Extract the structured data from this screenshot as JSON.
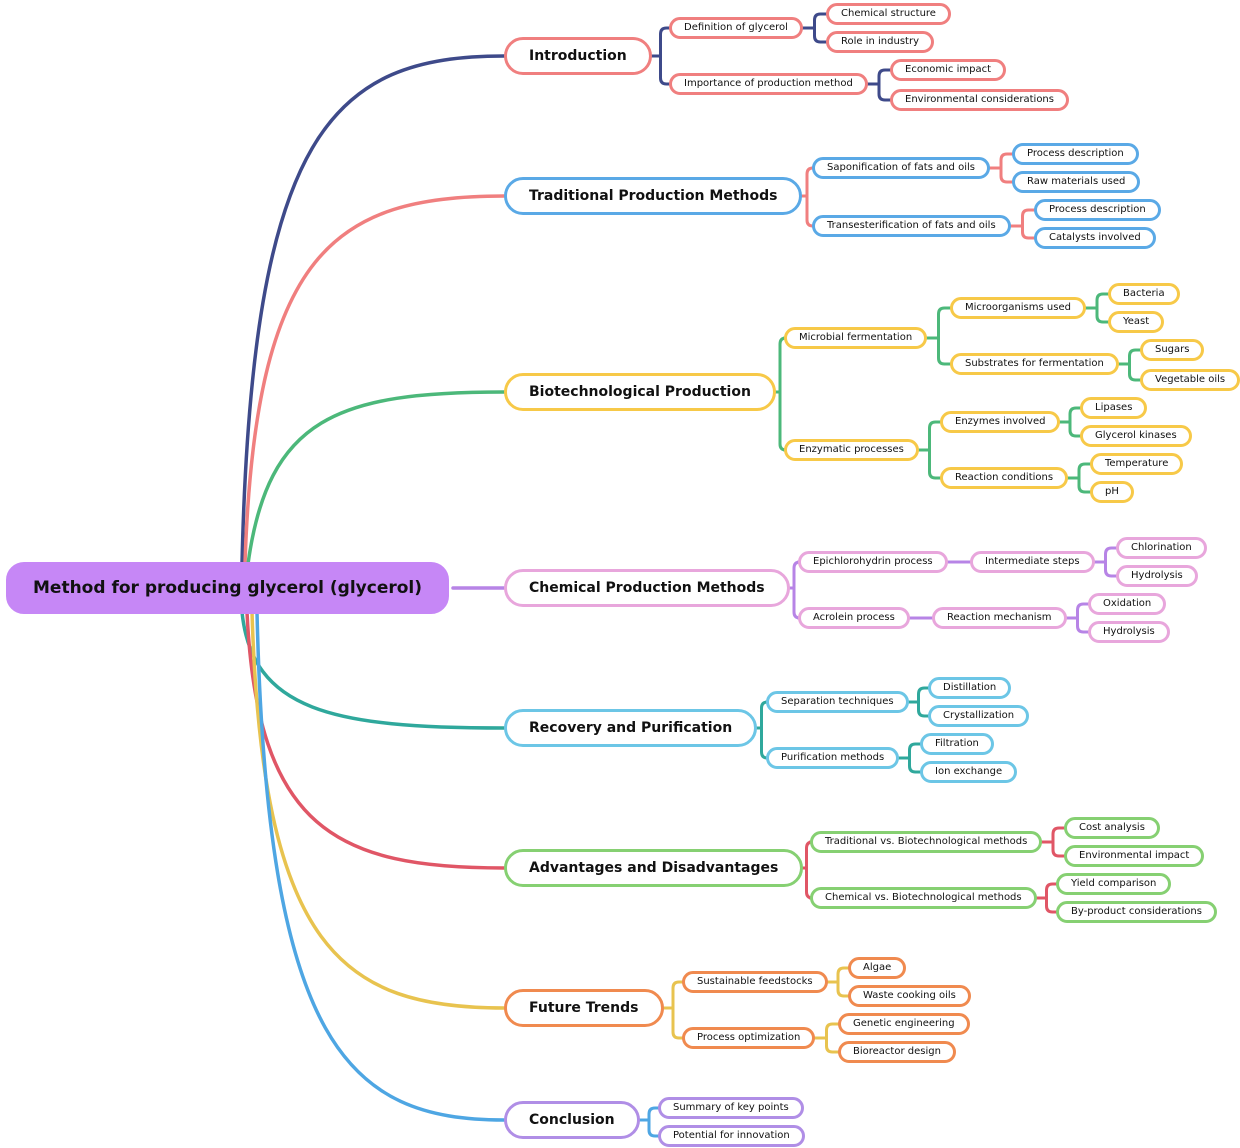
{
  "root": {
    "label": "Method for producing glycerol (glycerol)",
    "color": "#c687f6"
  },
  "colors": {
    "navy": "#3e4a8a",
    "salmon": "#f07f7f",
    "blue": "#5aa9e6",
    "yellow": "#f7c948",
    "green": "#4cb87a",
    "pink": "#e8a6dc",
    "purple": "#b784e6",
    "teal": "#2fa89c",
    "lightblue": "#6cc6e6",
    "red": "#e05666",
    "lightgreen": "#86d072",
    "gold": "#e8c34f",
    "orange": "#f08a4f",
    "skyblue": "#4ea6e3",
    "lavender": "#b08ee6"
  },
  "branches": [
    {
      "label": "Introduction",
      "color": "salmon",
      "edge": "navy",
      "children": [
        {
          "label": "Definition of glycerol",
          "children": [
            "Chemical structure",
            "Role in industry"
          ]
        },
        {
          "label": "Importance of production method",
          "children": [
            "Economic impact",
            "Environmental considerations"
          ]
        }
      ]
    },
    {
      "label": "Traditional Production Methods",
      "color": "blue",
      "edge": "salmon",
      "children": [
        {
          "label": "Saponification of fats and oils",
          "children": [
            "Process description",
            "Raw materials used"
          ]
        },
        {
          "label": "Transesterification of fats and oils",
          "children": [
            "Process description",
            "Catalysts involved"
          ]
        }
      ]
    },
    {
      "label": "Biotechnological Production",
      "color": "yellow",
      "edge": "green",
      "children": [
        {
          "label": "Microbial fermentation",
          "children": [
            {
              "label": "Microorganisms used",
              "children": [
                "Bacteria",
                "Yeast"
              ]
            },
            {
              "label": "Substrates for fermentation",
              "children": [
                "Sugars",
                "Vegetable oils"
              ]
            }
          ]
        },
        {
          "label": "Enzymatic processes",
          "children": [
            {
              "label": "Enzymes involved",
              "children": [
                "Lipases",
                "Glycerol kinases"
              ]
            },
            {
              "label": "Reaction conditions",
              "children": [
                "Temperature",
                "pH"
              ]
            }
          ]
        }
      ]
    },
    {
      "label": "Chemical Production Methods",
      "color": "pink",
      "edge": "purple",
      "children": [
        {
          "label": "Epichlorohydrin process",
          "children": [
            {
              "label": "Intermediate steps",
              "children": [
                "Chlorination",
                "Hydrolysis"
              ]
            }
          ]
        },
        {
          "label": "Acrolein process",
          "children": [
            {
              "label": "Reaction mechanism",
              "children": [
                "Oxidation",
                "Hydrolysis"
              ]
            }
          ]
        }
      ]
    },
    {
      "label": "Recovery and Purification",
      "color": "lightblue",
      "edge": "teal",
      "children": [
        {
          "label": "Separation techniques",
          "children": [
            "Distillation",
            "Crystallization"
          ]
        },
        {
          "label": "Purification methods",
          "children": [
            "Filtration",
            "Ion exchange"
          ]
        }
      ]
    },
    {
      "label": "Advantages and Disadvantages",
      "color": "lightgreen",
      "edge": "red",
      "children": [
        {
          "label": "Traditional vs. Biotechnological methods",
          "children": [
            "Cost analysis",
            "Environmental impact"
          ]
        },
        {
          "label": "Chemical vs. Biotechnological methods",
          "children": [
            "Yield comparison",
            "By-product considerations"
          ]
        }
      ]
    },
    {
      "label": "Future Trends",
      "color": "orange",
      "edge": "gold",
      "children": [
        {
          "label": "Sustainable feedstocks",
          "children": [
            "Algae",
            "Waste cooking oils"
          ]
        },
        {
          "label": "Process optimization",
          "children": [
            "Genetic engineering",
            "Bioreactor design"
          ]
        }
      ]
    },
    {
      "label": "Conclusion",
      "color": "lavender",
      "edge": "skyblue",
      "children": [
        {
          "label": "Summary of key points",
          "children": []
        },
        {
          "label": "Potential for innovation",
          "children": []
        }
      ]
    }
  ]
}
